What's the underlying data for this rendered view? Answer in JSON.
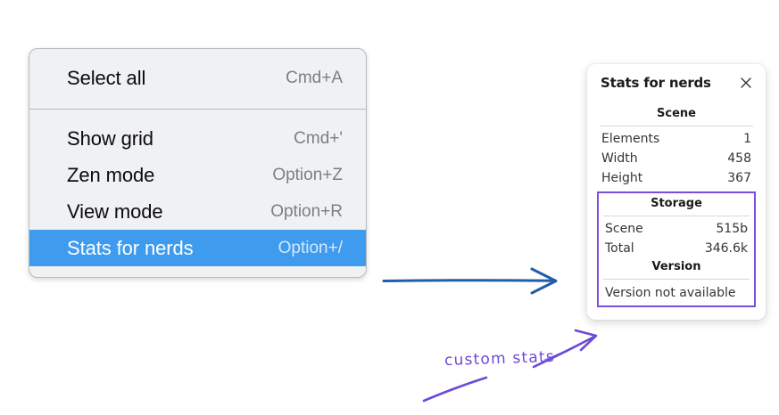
{
  "context_menu": {
    "groups": [
      {
        "items": [
          {
            "label": "Select all",
            "shortcut": "Cmd+A",
            "selected": false
          }
        ]
      },
      {
        "items": [
          {
            "label": "Show grid",
            "shortcut": "Cmd+'",
            "selected": false
          },
          {
            "label": "Zen mode",
            "shortcut": "Option+Z",
            "selected": false
          },
          {
            "label": "View mode",
            "shortcut": "Option+R",
            "selected": false
          },
          {
            "label": "Stats for nerds",
            "shortcut": "Option+/",
            "selected": true
          }
        ]
      }
    ],
    "highlight_color": "#3f9bed",
    "background_color": "#f0f1f3"
  },
  "stats_panel": {
    "title": "Stats for nerds",
    "close_icon": "close-icon",
    "sections": [
      {
        "heading": "Scene",
        "rows": [
          {
            "label": "Elements",
            "value": "1"
          },
          {
            "label": "Width",
            "value": "458"
          },
          {
            "label": "Height",
            "value": "367"
          }
        ]
      },
      {
        "heading": "Storage",
        "rows": [
          {
            "label": "Scene",
            "value": "515b"
          },
          {
            "label": "Total",
            "value": "346.6k"
          }
        ]
      },
      {
        "heading": "Version",
        "rows": [
          {
            "label": "Version not available",
            "value": ""
          }
        ]
      }
    ],
    "highlight_border_color": "#7c4ddb"
  },
  "annotations": {
    "blue_arrow": {
      "name": "blue-arrow",
      "color": "#1f5fa8"
    },
    "purple_arrow": {
      "name": "purple-arrow",
      "color": "#6c4ad6"
    },
    "purple_underline": {
      "name": "purple-underline-stroke",
      "color": "#6c4ad6"
    },
    "label": "custom stats"
  }
}
